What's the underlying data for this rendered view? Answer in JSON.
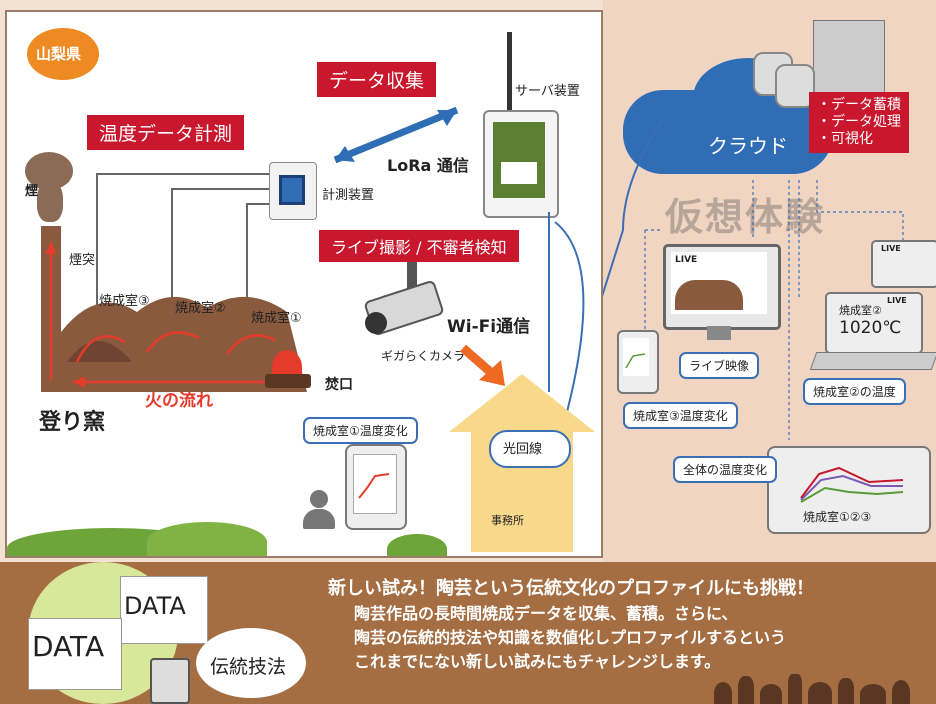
{
  "left": {
    "prefecture": "山梨県",
    "temp_measure": "温度データ計測",
    "data_collect": "データ収集",
    "lora": "LoRa 通信",
    "device": "計測装置",
    "server": "サーバ装置",
    "live_detect": "ライブ撮影 / 不審者検知",
    "wifi": "Wi-Fi通信",
    "camera": "ギガらくカメラ",
    "smoke": "煙",
    "chimney": "煙突",
    "chamber3": "焼成室③",
    "chamber2": "焼成室②",
    "chamber1": "焼成室①",
    "fire_flow": "火の流れ",
    "firebox": "焚口",
    "kiln": "登り窯",
    "fiber": "光回線",
    "office": "事務所",
    "tablet_label": "焼成室①温度変化"
  },
  "right": {
    "cloud": "クラウド",
    "cloud_list": [
      "・データ蓄積",
      "・データ処理",
      "・可視化"
    ],
    "virtual": "仮想体験",
    "live": "LIVE",
    "live_video": "ライブ映像",
    "chamber3_temp": "焼成室③温度変化",
    "display_chamber": "焼成室②",
    "display_temp": "1020℃",
    "chamber2_temp": "焼成室②の温度",
    "overall_temp": "全体の温度変化",
    "chamber123": "焼成室①②③"
  },
  "bottom": {
    "data1": "DATA",
    "data2": "DATA",
    "tradition": "伝統技法",
    "title": "新しい試み！陶芸という伝統文化のプロファイルにも挑戦！",
    "body": [
      "陶芸作品の長時間焼成データを収集、蓄積。さらに、",
      "陶芸の伝統的技法や知識を数値化しプロファイルするという",
      "これまでにない新しい試みにもチャレンジします。"
    ]
  },
  "colors": {
    "red": "#c9172d",
    "blue": "#2f6db5",
    "brown": "#a46d42",
    "kiln": "#8a5a3e",
    "green": "#5a8a3a"
  }
}
